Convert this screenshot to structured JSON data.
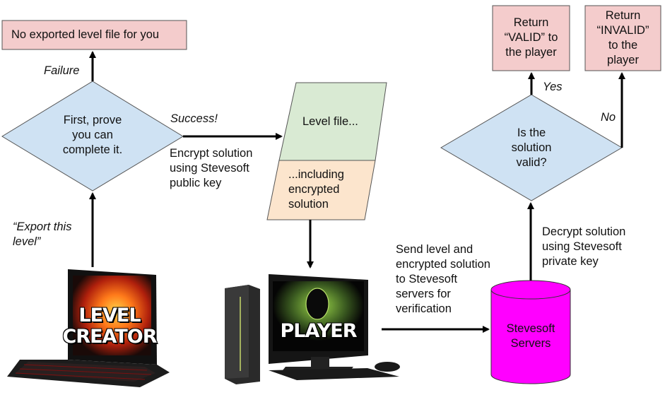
{
  "colors": {
    "result_fill": "#f4cccc",
    "decision_fill": "#cfe2f3",
    "level_file_fill": "#d9ead3",
    "solution_fill": "#fce5cd",
    "server_fill": "#ff00ff",
    "stroke": "#000000"
  },
  "boxes": {
    "no_export": "No exported level file for you",
    "return_valid": [
      "Return",
      "“VALID” to",
      "the player"
    ],
    "return_invalid": [
      "Return",
      "“INVALID”",
      "to the",
      "player"
    ]
  },
  "decisions": {
    "prove": [
      "First, prove",
      "you can",
      "complete it."
    ],
    "valid": [
      "Is the",
      "solution",
      "valid?"
    ]
  },
  "level_file": {
    "top": "Level file...",
    "bottom": [
      "...including",
      "encrypted",
      "solution"
    ]
  },
  "labels": {
    "failure": "Failure",
    "success": "Success!",
    "encrypt": [
      "Encrypt solution",
      "using Stevesoft",
      "public key"
    ],
    "export": [
      "“Export this",
      "level”"
    ],
    "send": [
      "Send level and",
      "encrypted solution",
      "to Stevesoft",
      "servers for",
      "verification"
    ],
    "decrypt": [
      "Decrypt solution",
      "using Stevesoft",
      "private key"
    ],
    "yes": "Yes",
    "no": "No"
  },
  "server": [
    "Stevesoft",
    "Servers"
  ],
  "images": {
    "laptop": {
      "caption": [
        "LEVEL",
        "CREATOR"
      ],
      "icon": "laptop-icon"
    },
    "desktop": {
      "caption": "PLAYER",
      "icon": "desktop-computer-icon"
    }
  }
}
